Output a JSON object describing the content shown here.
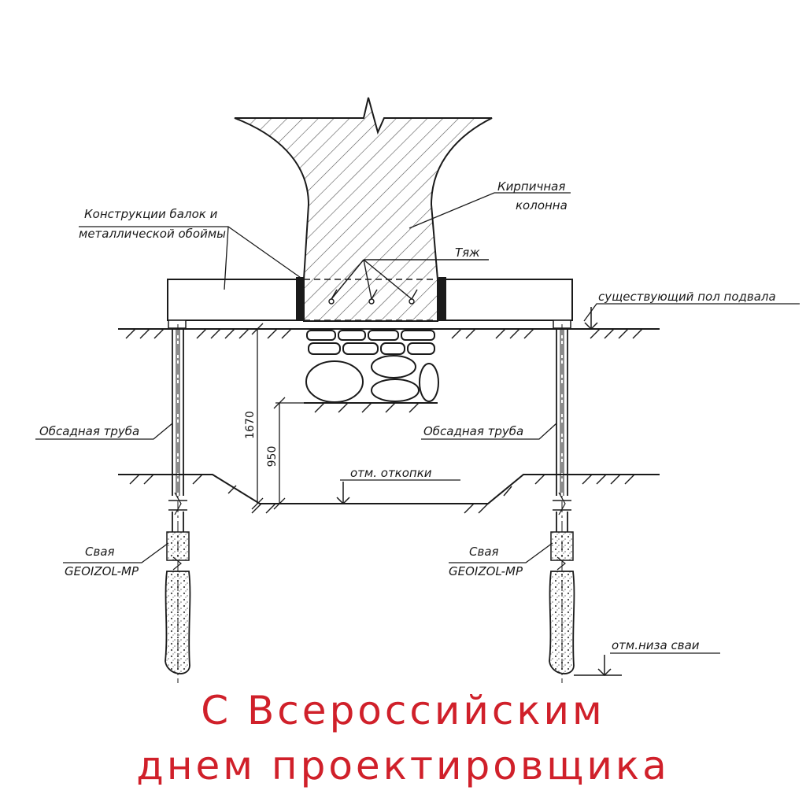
{
  "labels": {
    "beams": [
      "Конструкции балок и",
      "металлической обоймы"
    ],
    "column": [
      "Кирпичная",
      "колонна"
    ],
    "tie": "Тяж",
    "floor": "существующий пол подвала",
    "casing_left": "Обсадная труба",
    "casing_right": "Обсадная труба",
    "excavation": "отм. откопки",
    "pile_left": [
      "Свая",
      "GEOIZOL-MP"
    ],
    "pile_right": [
      "Свая",
      "GEOIZOL-MP"
    ],
    "pile_bottom": "отм.низа сваи"
  },
  "dimensions": {
    "total": "1670",
    "lower": "950"
  },
  "greeting": {
    "line1": "С Всероссийским",
    "line2": "днем проектировщика"
  },
  "colors": {
    "line": "#1a1a1a",
    "greeting": "#d0202a"
  }
}
